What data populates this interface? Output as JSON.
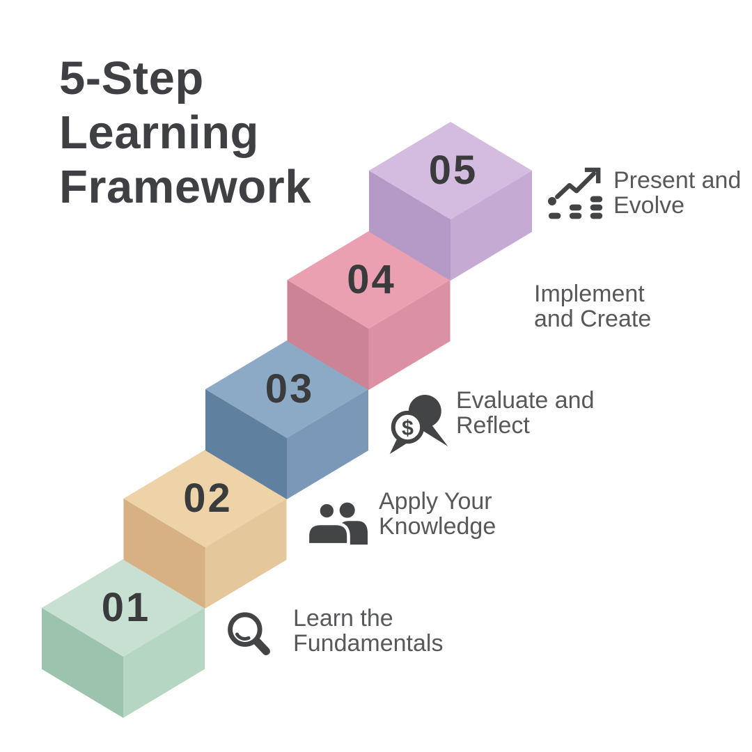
{
  "title": {
    "lines": [
      "5-Step",
      "Learning",
      "Framework"
    ]
  },
  "steps": [
    {
      "number": "01",
      "label_line1": "Learn the",
      "label_line2": "Fundamentals",
      "icon": "magnifier-icon",
      "colors": {
        "top": "#c8e0d2",
        "left": "#9cc3ae",
        "right": "#b5d6c3"
      }
    },
    {
      "number": "02",
      "label_line1": "Apply Your",
      "label_line2": "Knowledge",
      "icon": "people-icon",
      "colors": {
        "top": "#eed3a9",
        "left": "#d7b183",
        "right": "#e4c89b"
      }
    },
    {
      "number": "03",
      "label_line1": "Evaluate and",
      "label_line2": "Reflect",
      "icon": "money-chat-icon",
      "icon_glyph": "$",
      "colors": {
        "top": "#8ca9c6",
        "left": "#60809f",
        "right": "#7b98b8"
      }
    },
    {
      "number": "04",
      "label_line1": "Implement",
      "label_line2": "and Create",
      "icon": null,
      "colors": {
        "top": "#eba0b2",
        "left": "#cc8396",
        "right": "#dc90a4"
      }
    },
    {
      "number": "05",
      "label_line1": "Present and",
      "label_line2": "Evolve",
      "icon": "growth-chart-icon",
      "colors": {
        "top": "#d4bce0",
        "left": "#b59ac7",
        "right": "#c5aad4"
      }
    }
  ],
  "colors": {
    "background": "#ffffff",
    "title": "#3f4043",
    "label": "#57585a",
    "number": "#3a3b3d",
    "icon": "#434446"
  }
}
